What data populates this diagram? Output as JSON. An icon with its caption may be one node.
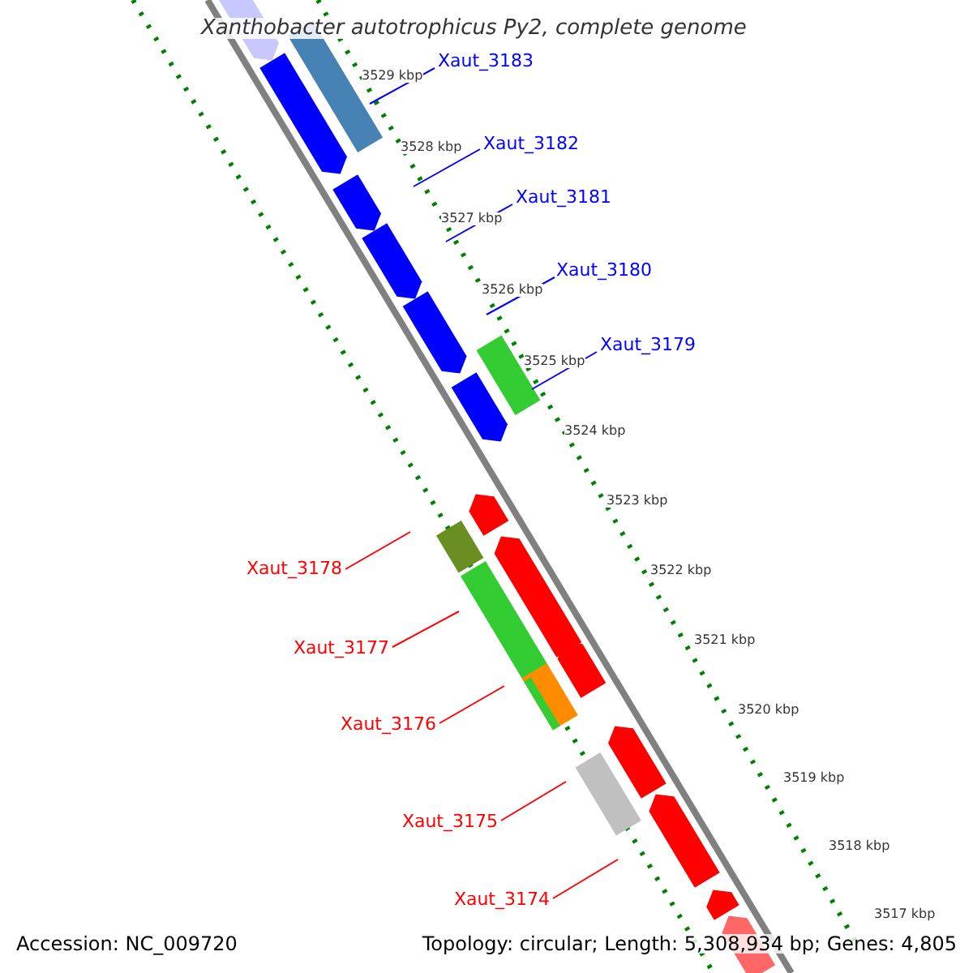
{
  "diagram": {
    "title": "Xanthobacter autotrophicus Py2, complete genome",
    "nodes": [
      {
        "text": [
          "Xaut_3183"
        ]
      },
      {
        "text": [
          "Xaut_3182"
        ]
      },
      {
        "text": [
          "Xaut_3181"
        ]
      },
      {
        "text": [
          "Xaut_3180"
        ]
      },
      {
        "text": [
          "Xaut_3179"
        ]
      },
      {
        "text": [
          "Xaut_3178"
        ]
      },
      {
        "text": [
          "Xaut_3177"
        ]
      },
      {
        "text": [
          "Xaut_3176"
        ]
      },
      {
        "text": [
          "Xaut_3175"
        ]
      },
      {
        "text": [
          "Xaut_3174"
        ]
      }
    ],
    "edges": [
      {
        "from": 0,
        "to": null,
        "arrow": "none"
      },
      {
        "from": 1,
        "to": null,
        "arrow": "none"
      },
      {
        "from": 2,
        "to": null,
        "arrow": "none"
      },
      {
        "from": 3,
        "to": null,
        "arrow": "none"
      },
      {
        "from": 4,
        "to": null,
        "arrow": "none"
      },
      {
        "from": 5,
        "to": null,
        "arrow": "none",
        "color": "#ff0000"
      },
      {
        "from": 6,
        "to": null,
        "arrow": "none",
        "color": "#ff0000"
      },
      {
        "from": 7,
        "to": null,
        "arrow": "none",
        "color": "#ff0000"
      },
      {
        "from": 8,
        "to": null,
        "arrow": "none",
        "color": "#ff0000"
      },
      {
        "from": 9,
        "to": null,
        "arrow": "none",
        "color": "#ff0000"
      }
    ],
    "labels": [
      "3529 kbp",
      "3528 kbp",
      "3527 kbp",
      "3526 kbp",
      "3525 kbp",
      "3524 kbp",
      "3523 kbp",
      "3522 kbp",
      "3521 kbp",
      "3520 kbp",
      "3519 kbp",
      "3518 kbp",
      "3517 kbp",
      "Accession: NC_009720",
      "Topology: circular; Length: 5,308,934 bp; Genes: 4,805"
    ]
  }
}
